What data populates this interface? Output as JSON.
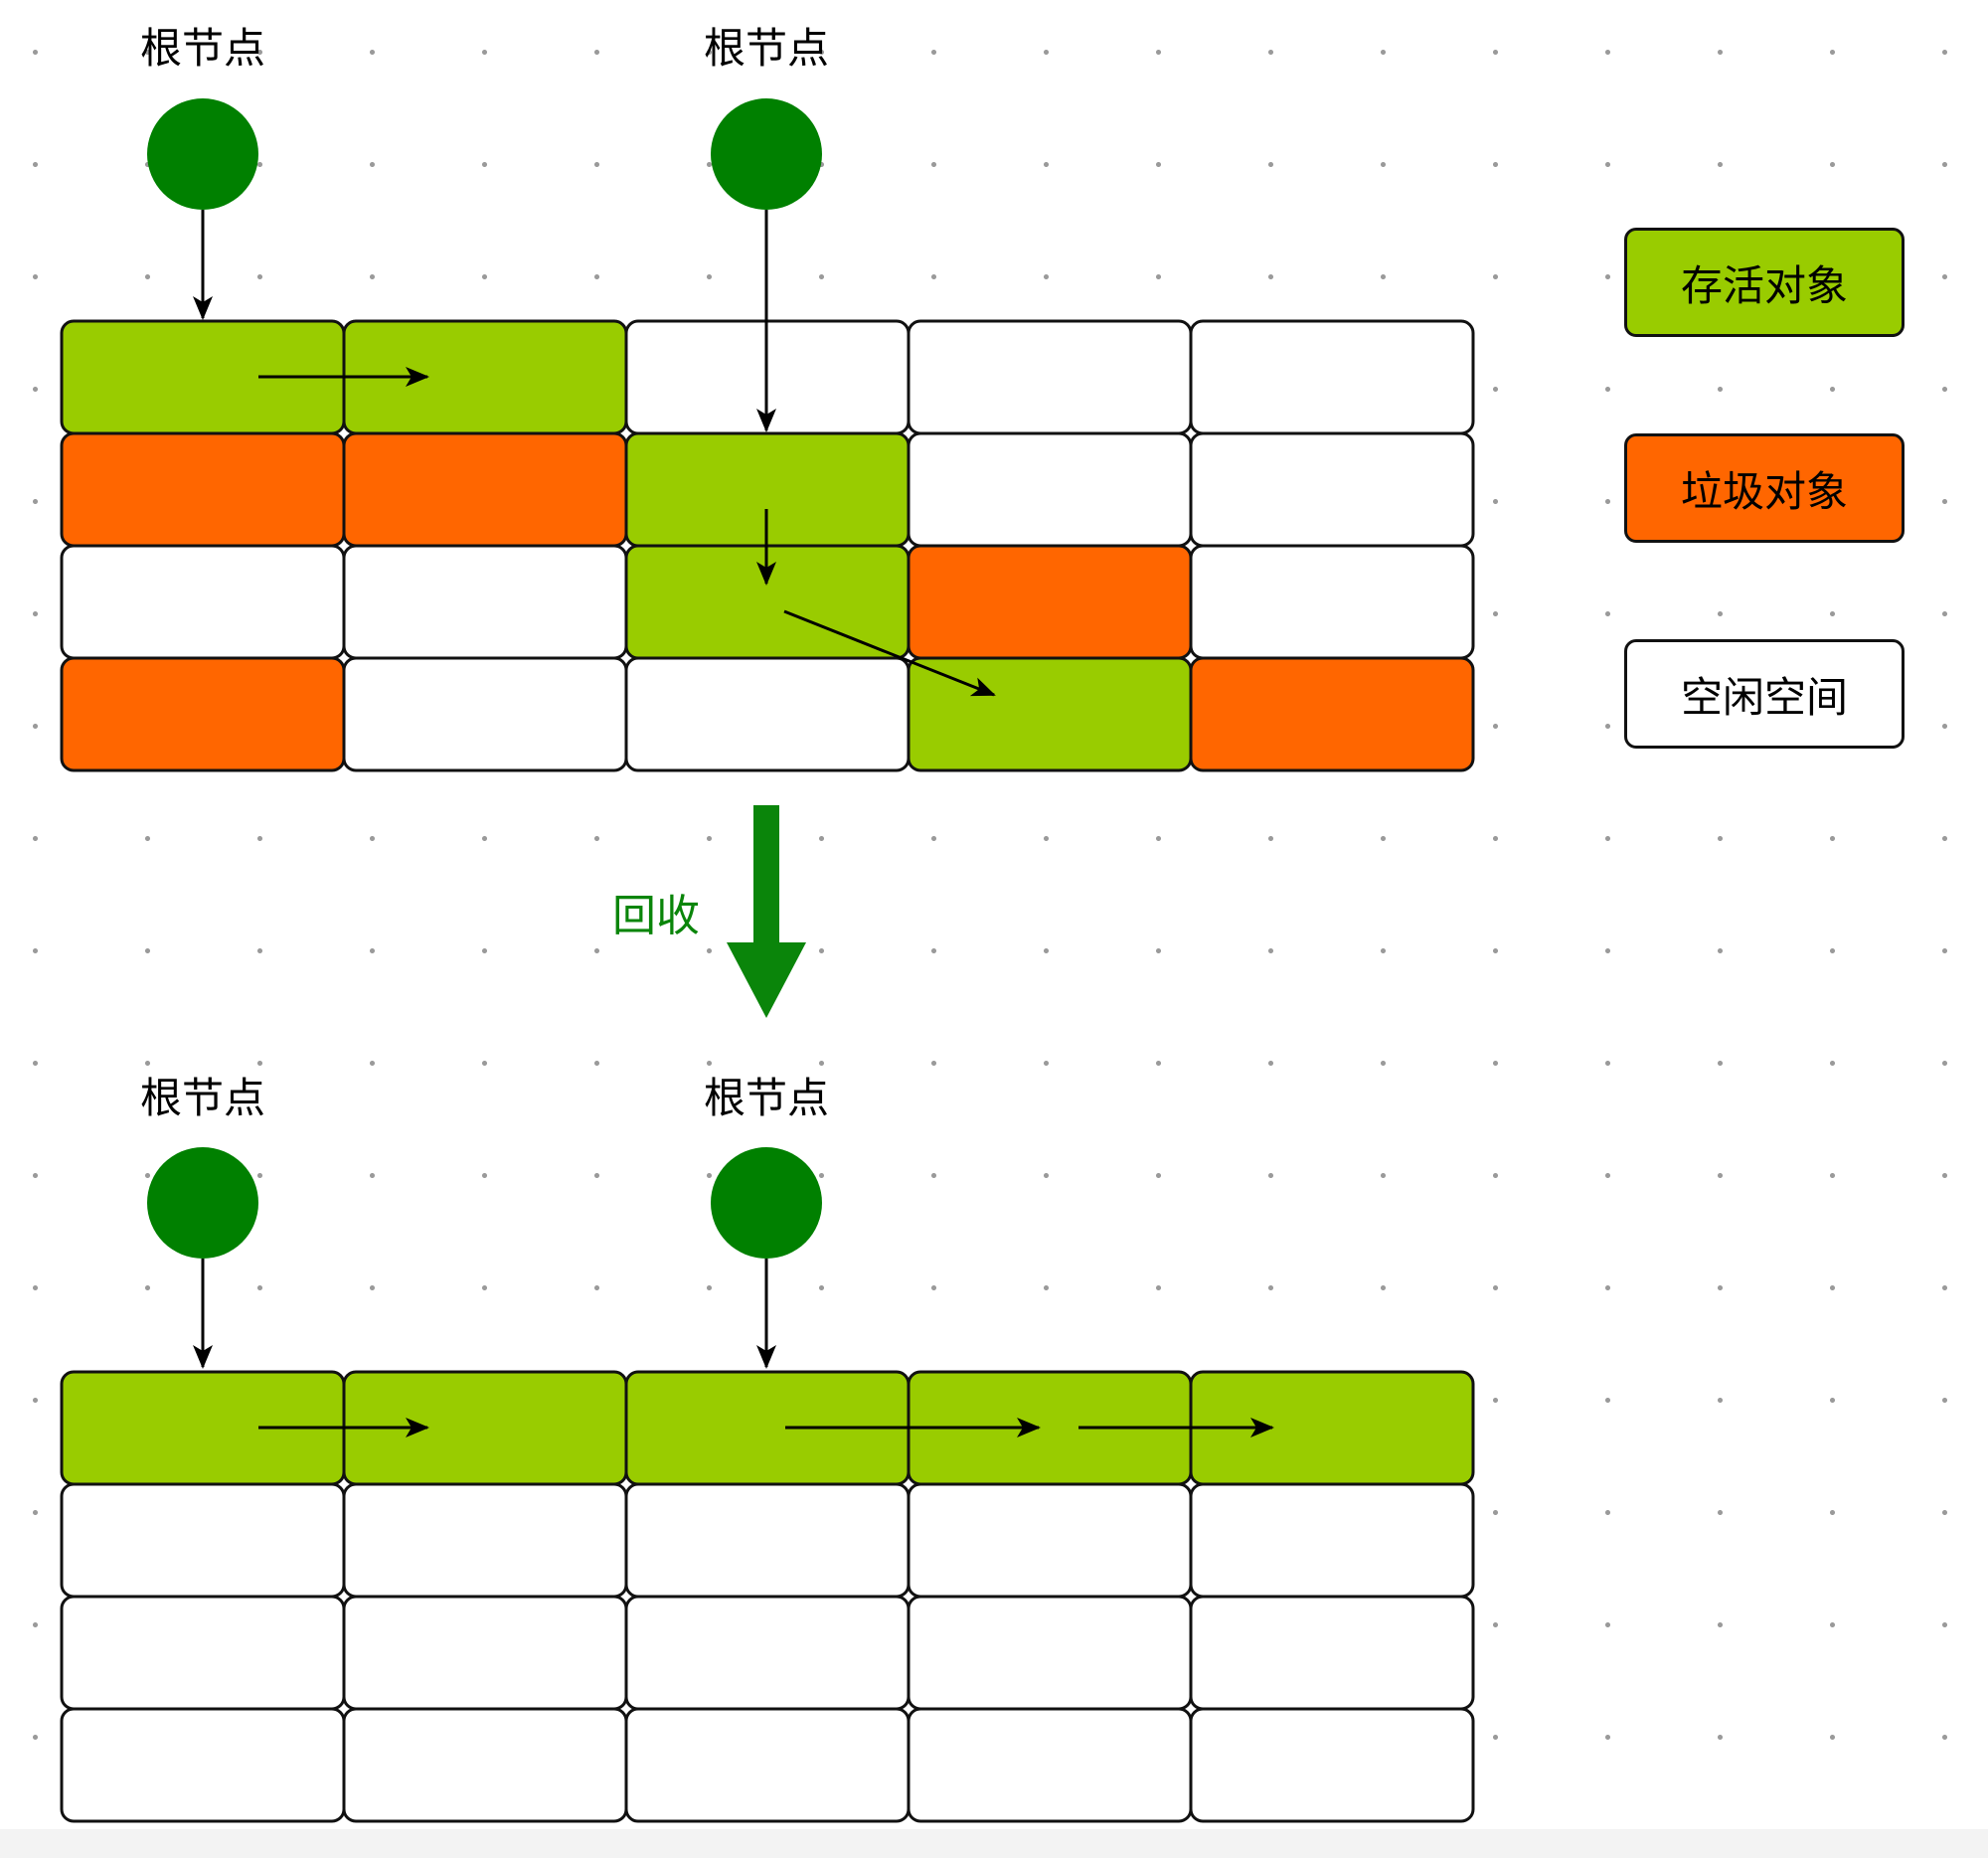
{
  "colors": {
    "alive": "#99cc00",
    "garbage": "#ff6600",
    "free": "#ffffff",
    "root": "#008000",
    "arrow": "#000000",
    "collect_arrow": "#0a850a"
  },
  "legend": {
    "alive": "存活对象",
    "garbage": "垃圾对象",
    "free": "空闲空间"
  },
  "before": {
    "root_labels": [
      "根节点",
      "根节点"
    ],
    "grid": [
      [
        "alive",
        "alive",
        "free",
        "free",
        "free"
      ],
      [
        "garbage",
        "garbage",
        "alive",
        "free",
        "free"
      ],
      [
        "free",
        "free",
        "alive",
        "garbage",
        "free"
      ],
      [
        "garbage",
        "free",
        "free",
        "alive",
        "garbage"
      ]
    ]
  },
  "collect_label": "回收",
  "after": {
    "root_labels": [
      "根节点",
      "根节点"
    ],
    "grid": [
      [
        "alive",
        "alive",
        "alive",
        "alive",
        "alive"
      ],
      [
        "free",
        "free",
        "free",
        "free",
        "free"
      ],
      [
        "free",
        "free",
        "free",
        "free",
        "free"
      ],
      [
        "free",
        "free",
        "free",
        "free",
        "free"
      ]
    ]
  }
}
